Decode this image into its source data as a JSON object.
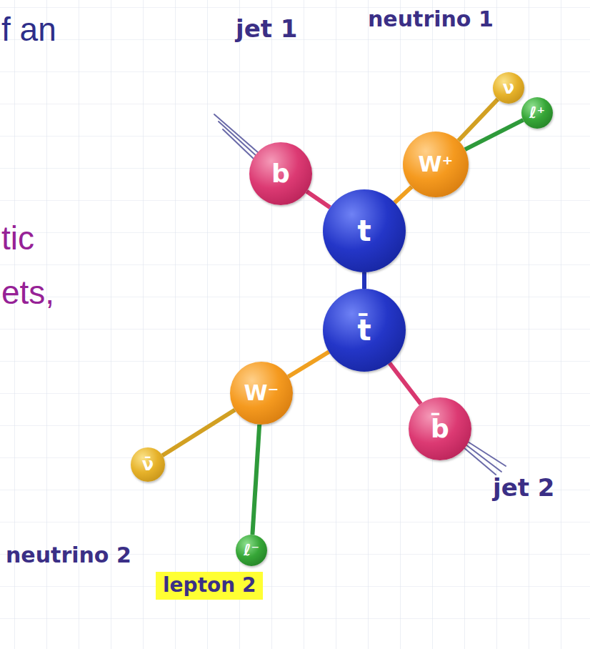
{
  "diagram": {
    "nodes": [
      {
        "text": [
          "ν"
        ]
      },
      {
        "text": [
          "ℓ⁺"
        ]
      },
      {
        "text": [
          "b"
        ]
      },
      {
        "text": [
          "W⁺"
        ]
      },
      {
        "text": [
          "t"
        ]
      },
      {
        "text": [
          "t̄"
        ]
      },
      {
        "text": [
          "W⁻"
        ]
      },
      {
        "text": [
          "b̄"
        ]
      },
      {
        "text": [
          "ν̄"
        ]
      },
      {
        "text": [
          "ℓ⁻"
        ]
      }
    ],
    "edges": [
      {
        "from": 2,
        "to": 4,
        "arrow": "none"
      },
      {
        "from": 3,
        "to": 4,
        "arrow": "none"
      },
      {
        "from": 3,
        "to": 0,
        "arrow": "none"
      },
      {
        "from": 3,
        "to": 1,
        "arrow": "none"
      },
      {
        "from": 4,
        "to": 5,
        "arrow": "none"
      },
      {
        "from": 5,
        "to": 6,
        "arrow": "none"
      },
      {
        "from": 5,
        "to": 7,
        "arrow": "none"
      },
      {
        "from": 6,
        "to": 8,
        "arrow": "none"
      },
      {
        "from": 6,
        "to": 9,
        "arrow": "none"
      }
    ],
    "labels": [
      "neutrino 1",
      "jet 1",
      "f an",
      "tic",
      "ets,",
      "jet 2",
      "neutrino 2",
      "lepton 2"
    ]
  }
}
